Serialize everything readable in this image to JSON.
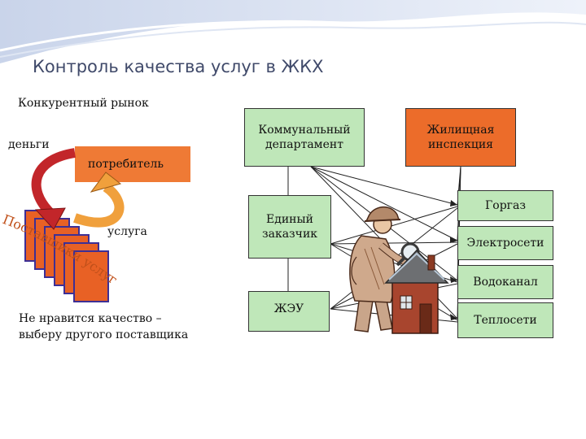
{
  "title": "Контроль качества услуг в ЖКХ",
  "left": {
    "competitive_market": "Конкурентный рынок",
    "money": "деньги",
    "consumer": "потребитель",
    "service": "услуга",
    "suppliers_arc": "Поставщики услуг",
    "note_line1": "Не нравится качество –",
    "note_line2": "выберу другого поставщика"
  },
  "boxes": {
    "communal_line1": "Коммунальный",
    "communal_line2": "департамент",
    "housing_line1": "Жилищная",
    "housing_line2": "инспекция",
    "customer_line1": "Единый",
    "customer_line2": "заказчик",
    "zheu": "ЖЭУ",
    "gorgaz": "Горгаз",
    "electro": "Электросети",
    "water": "Водоканал",
    "heat": "Теплосети"
  },
  "colors": {
    "title": "#404a6a",
    "green_box": "#bfe7b9",
    "orange_box": "#ec6c2a",
    "supplier_card": "#e86125",
    "card_border": "#3d2f95",
    "arrow_red": "#c2262a",
    "arrow_orange": "#f0a03c"
  },
  "icons": [
    "detective-house-illustration"
  ]
}
